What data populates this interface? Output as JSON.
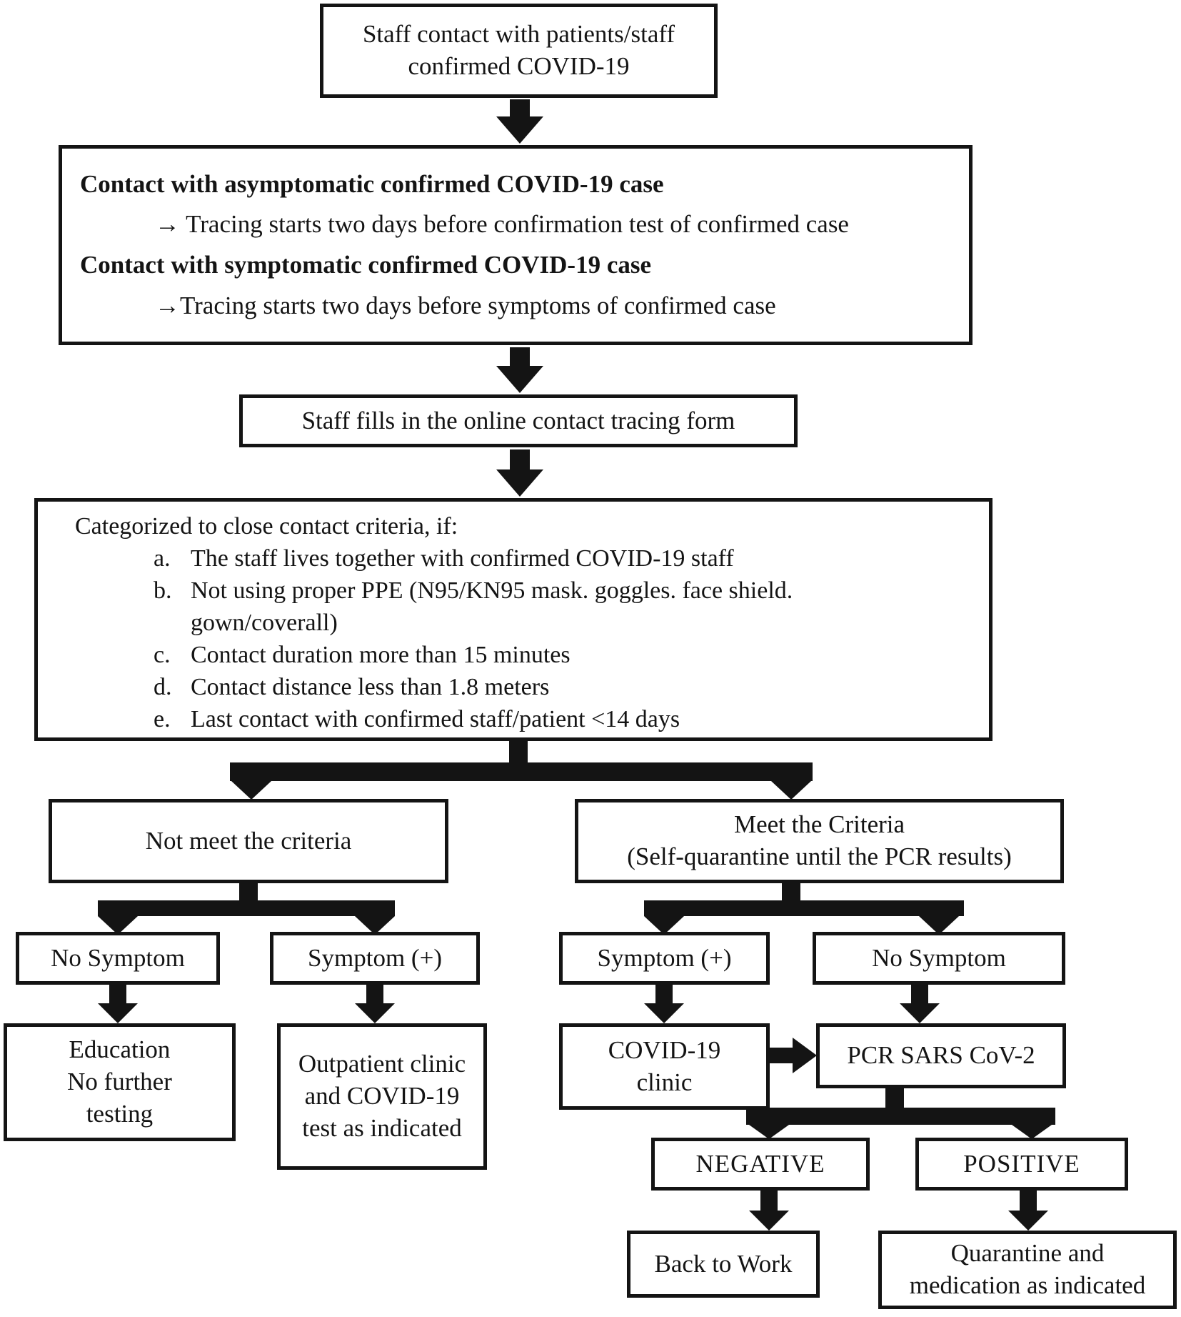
{
  "diagram_title": "COVID-19 staff contact tracing flowchart",
  "colors": {
    "line": "#141414",
    "background": "#ffffff",
    "text": "#141414"
  },
  "nodes": {
    "contact": {
      "text": "Staff contact with patients/staff\nconfirmed COVID-19"
    },
    "tracing": {
      "lines": [
        "Contact with asymptomatic confirmed COVID-19 case",
        "→ Tracing starts two days before confirmation test of confirmed case",
        "Contact with symptomatic confirmed COVID-19 case",
        "→Tracing starts two days before symptoms of confirmed case"
      ]
    },
    "form": {
      "text": "Staff fills in the online contact tracing form"
    },
    "criteria": {
      "title": "Categorized to close contact criteria, if:",
      "items": [
        {
          "letter": "a.",
          "text": "The staff lives together with confirmed COVID-19 staff"
        },
        {
          "letter": "b.",
          "text": "Not using proper PPE (N95/KN95 mask. goggles. face shield.\ngown/coverall)"
        },
        {
          "letter": "c.",
          "text": "Contact duration more than 15 minutes"
        },
        {
          "letter": "d.",
          "text": "Contact distance less than 1.8 meters"
        },
        {
          "letter": "e.",
          "text": "Last contact with confirmed staff/patient <14 days"
        }
      ]
    },
    "not_meet": {
      "text": "Not meet the criteria"
    },
    "meet": {
      "text": "Meet the Criteria\n(Self-quarantine until the PCR results)"
    },
    "no_symptom_left": {
      "text": "No Symptom"
    },
    "symptom_left": {
      "text": "Symptom (+)"
    },
    "symptom_right": {
      "text": "Symptom (+)"
    },
    "no_symptom_right": {
      "text": "No Symptom"
    },
    "education": {
      "text": "Education\nNo further\ntesting"
    },
    "outpatient": {
      "text": "Outpatient clinic\nand COVID-19\ntest as indicated"
    },
    "covid_clinic": {
      "text": "COVID-19\nclinic"
    },
    "pcr": {
      "text": "PCR SARS CoV-2"
    },
    "negative": {
      "text": "NEGATIVE"
    },
    "positive": {
      "text": "POSITIVE"
    },
    "back_to_work": {
      "text": "Back to Work"
    },
    "quarantine": {
      "text": "Quarantine and\nmedication as indicated"
    }
  }
}
